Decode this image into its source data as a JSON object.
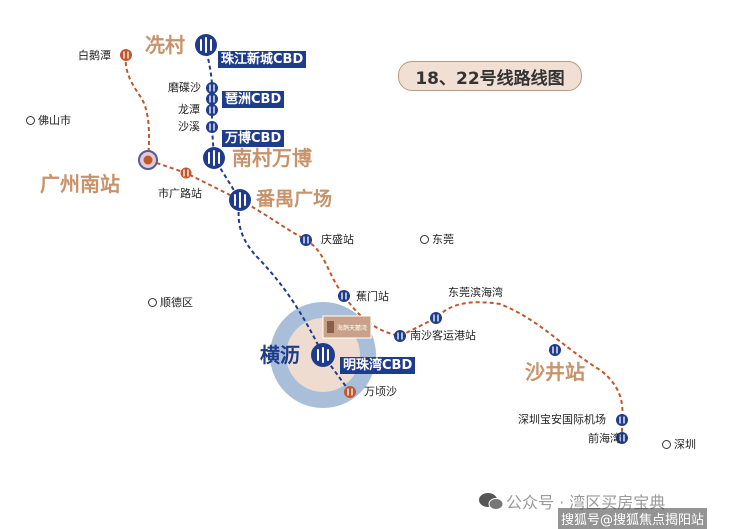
{
  "title": "18、22号线路线图",
  "colors": {
    "line18": "#1f3c8c",
    "line22": "#c0582e",
    "label_accent": "#c8936a",
    "hub_ring": "#a9bfd9"
  },
  "stations": {
    "baiehtan": "白鹅潭",
    "guangzhou_south": "广州南站",
    "shiguanglu": "市广路站",
    "xiancun": "冼村",
    "zhujiang_cbd": "珠江新城CBD",
    "modiesha": "磨碟沙",
    "pazhou_cbd": "琶洲CBD",
    "longtan": "龙潭",
    "shaxi": "沙溪",
    "wanbo_cbd": "万博CBD",
    "nancun_wanbo": "南村万博",
    "panyu_guangchang": "番禺广场",
    "qingsheng": "庆盛站",
    "jiaomen": "蕉门站",
    "nansha_port": "南沙客运港站",
    "dongguan_binhaiwan": "东莞滨海湾",
    "shajing": "沙井站",
    "hengli": "横沥",
    "mingzhuwan_cbd": "明珠湾CBD",
    "wanqingsha": "万顷沙",
    "shenzhen_airport": "深圳宝安国际机场",
    "qianhaiwan": "前海湾"
  },
  "cities": {
    "foshan": "佛山市",
    "shunde": "顺德区",
    "dongguan": "东莞",
    "shenzhen": "深圳"
  },
  "project_label": "海鹊天麓湾",
  "watermark": {
    "wechat": "公众号 · 湾区买房宝典",
    "sohu": "搜狐号@搜狐焦点揭阳站"
  }
}
